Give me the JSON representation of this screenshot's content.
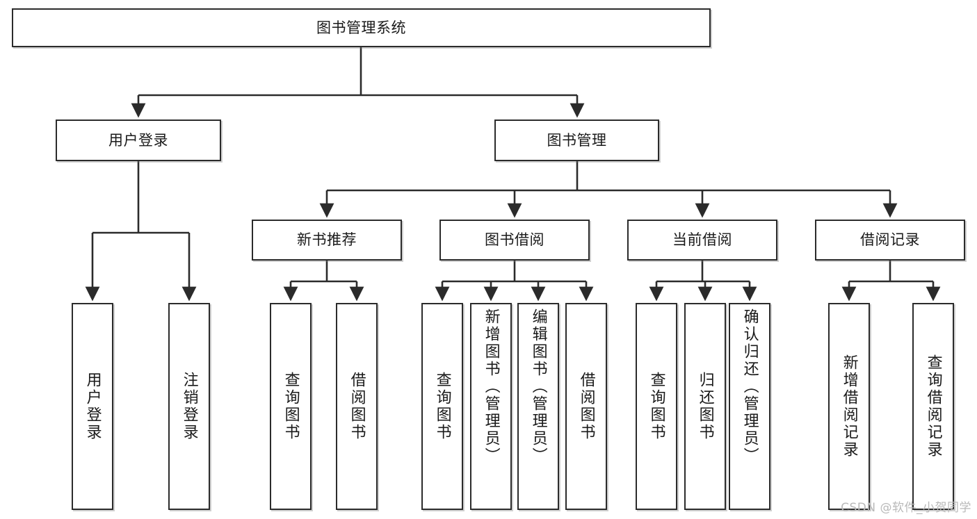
{
  "diagram": {
    "title": "图书管理系统",
    "type": "hierarchy-tree",
    "colors": {
      "stroke": "#2b2b2b",
      "fill": "#ffffff",
      "text": "#1a1a1a",
      "watermark": "#b9b9b9"
    },
    "root": {
      "id": "root",
      "label": "图书管理系统"
    },
    "level2": [
      {
        "id": "user-login",
        "label": "用户登录"
      },
      {
        "id": "book-manage",
        "label": "图书管理"
      }
    ],
    "level3": [
      {
        "id": "new-book-recommend",
        "label": "新书推荐",
        "parent": "book-manage"
      },
      {
        "id": "book-borrow",
        "label": "图书借阅",
        "parent": "book-manage"
      },
      {
        "id": "current-borrow",
        "label": "当前借阅",
        "parent": "book-manage"
      },
      {
        "id": "borrow-record",
        "label": "借阅记录",
        "parent": "book-manage"
      }
    ],
    "leaves": [
      {
        "id": "leaf-user-login",
        "label": "用户登录",
        "parent": "user-login"
      },
      {
        "id": "leaf-logout-login",
        "label": "注销登录",
        "parent": "user-login"
      },
      {
        "id": "leaf-query-book-1",
        "label": "查询图书",
        "parent": "new-book-recommend"
      },
      {
        "id": "leaf-borrow-book-1",
        "label": "借阅图书",
        "parent": "new-book-recommend"
      },
      {
        "id": "leaf-query-book-2",
        "label": "查询图书",
        "parent": "book-borrow"
      },
      {
        "id": "leaf-add-book",
        "label": "新增图书（管理员）",
        "parent": "book-borrow"
      },
      {
        "id": "leaf-edit-book",
        "label": "编辑图书（管理员）",
        "parent": "book-borrow"
      },
      {
        "id": "leaf-borrow-book-2",
        "label": "借阅图书",
        "parent": "book-borrow"
      },
      {
        "id": "leaf-query-book-3",
        "label": "查询图书",
        "parent": "current-borrow"
      },
      {
        "id": "leaf-return-book",
        "label": "归还图书",
        "parent": "current-borrow"
      },
      {
        "id": "leaf-confirm-return",
        "label": "确认归还（管理员）",
        "parent": "current-borrow"
      },
      {
        "id": "leaf-add-record",
        "label": "新增借阅记录",
        "parent": "borrow-record"
      },
      {
        "id": "leaf-query-record",
        "label": "查询借阅记录",
        "parent": "borrow-record"
      }
    ],
    "watermark": "CSDN @软件_小贺同学"
  }
}
